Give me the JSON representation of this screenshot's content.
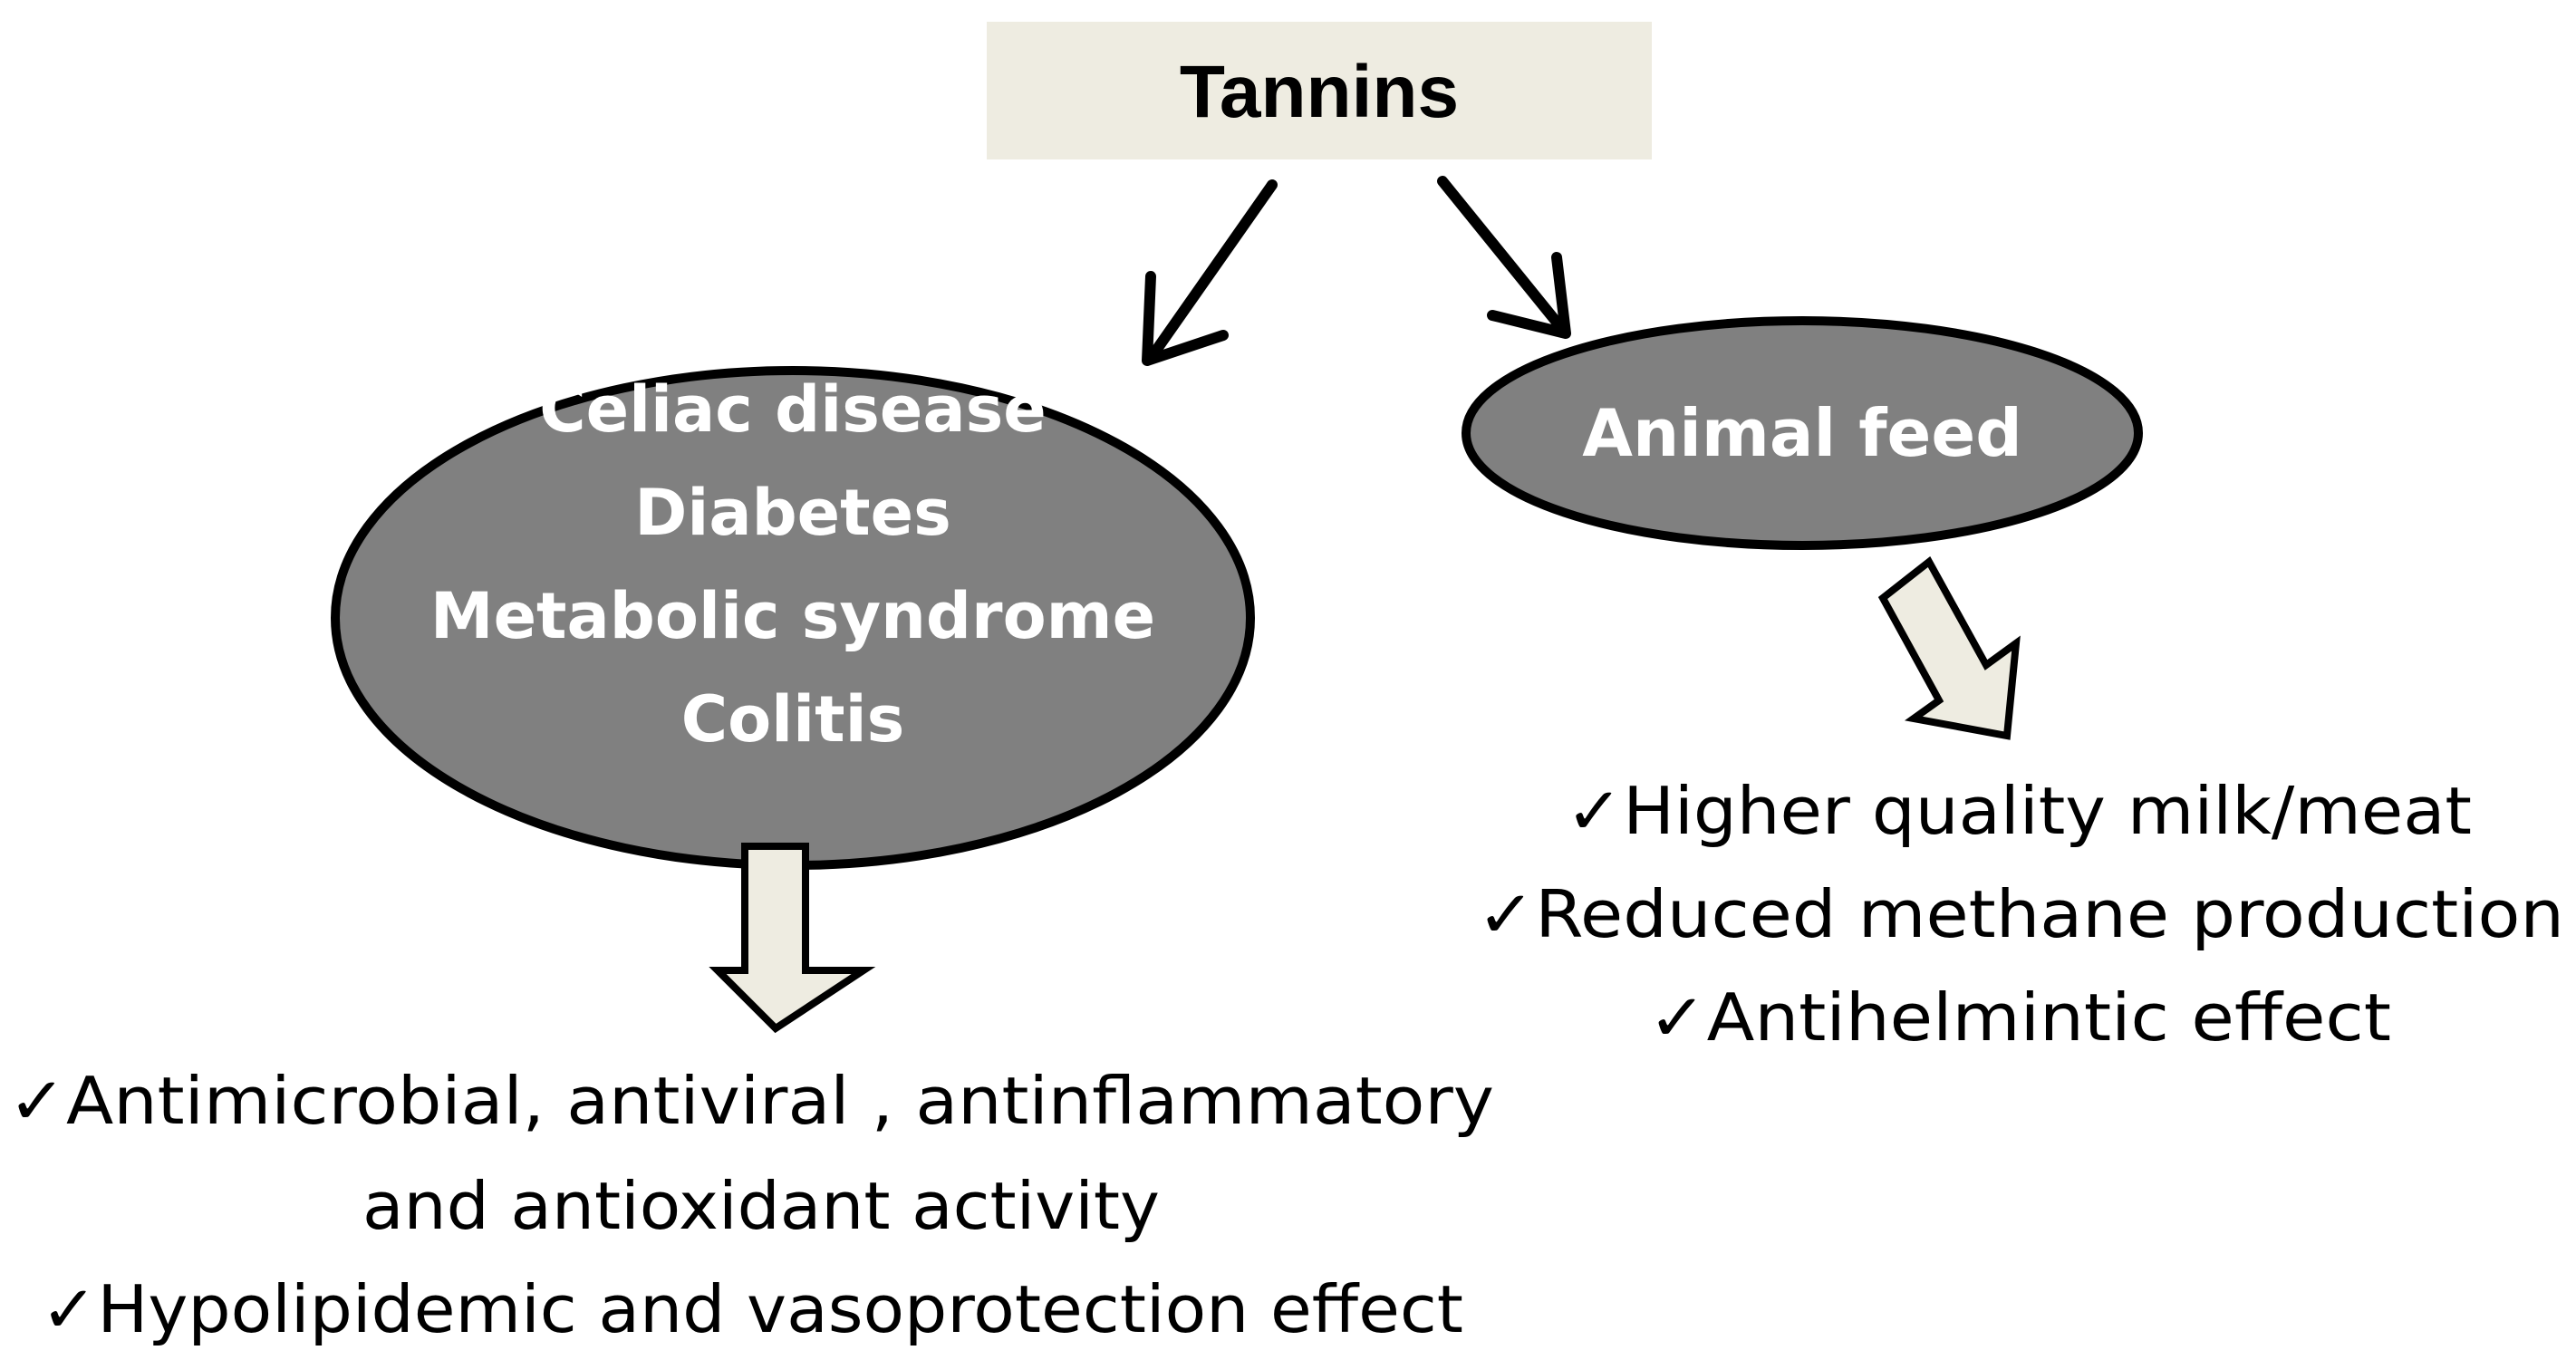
{
  "title": "Tannins",
  "left_branch": {
    "conditions": [
      "Celiac disease",
      "Diabetes",
      "Metabolic syndrome",
      "Colitis"
    ],
    "effects": [
      "✓Antimicrobial, antiviral , antinflammatory",
      "and antioxidant activity",
      "✓Hypolipidemic and vasoprotection effect"
    ]
  },
  "right_branch": {
    "label": "Animal feed",
    "effects": [
      "✓Higher quality milk/meat",
      "✓Reduced methane production",
      "✓Antihelmintic effect"
    ]
  },
  "colors": {
    "title_box": "#EEECE1",
    "ellipse_fill": "#808080",
    "block_arrow_fill": "#EEECE1",
    "stroke": "#000000"
  }
}
